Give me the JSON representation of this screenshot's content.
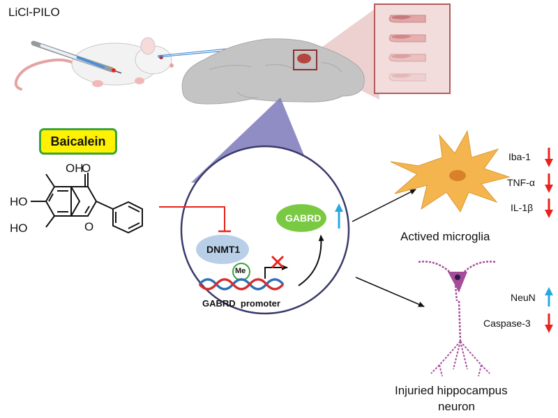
{
  "model": {
    "label": "LiCl-PILO"
  },
  "drug": {
    "name": "Baicalein",
    "atoms": {
      "oh1": "OH",
      "oh2": "HO",
      "oh3": "HO",
      "ketone_o": "O",
      "ring_o": "O"
    }
  },
  "mechanism": {
    "enzyme": "DNMT1",
    "methyl": "Me",
    "gene": "GABRD",
    "promoter_label": "GABRD  promoter"
  },
  "microglia": {
    "caption": "Actived microglia",
    "markers": [
      {
        "name": "Iba-1",
        "direction": "down"
      },
      {
        "name": "TNF-α",
        "direction": "down"
      },
      {
        "name": "IL-1β",
        "direction": "down"
      }
    ]
  },
  "neuron": {
    "caption_line1": "Injuried hippocampus",
    "caption_line2": "neuron",
    "markers": [
      {
        "name": "NeuN",
        "direction": "up"
      },
      {
        "name": "Caspase-3",
        "direction": "down"
      }
    ]
  },
  "colors": {
    "up_arrow": "#29a8e0",
    "down_arrow": "#e8231d",
    "inhibit_line": "#e8231d",
    "drug_box_fill": "#fff200",
    "drug_box_border": "#3aa33a",
    "gene_fill": "#7ac943",
    "enzyme_fill": "#b9cfe8",
    "microglia_fill": "#f5b54e",
    "neuron_fill": "#a64d9a",
    "circle_border": "#3a3a6a",
    "funnel_fill": "#7b79b8",
    "brain_fill": "#c4c4c4",
    "hippocampus_fill": "#b5453f",
    "zoom_fill": "#dfaaaa"
  }
}
